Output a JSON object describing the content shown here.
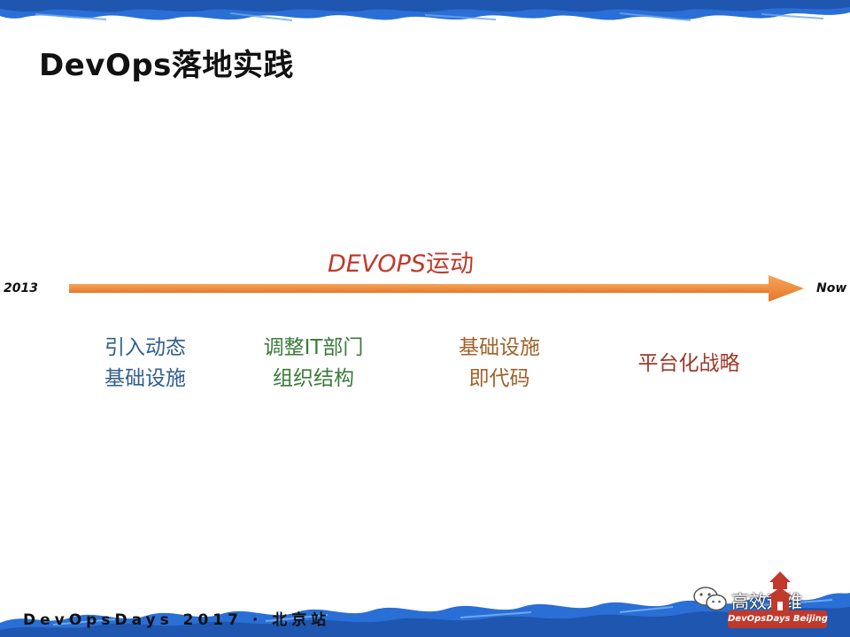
{
  "slide": {
    "title": "DevOps落地实践",
    "banner": {
      "latin": "DEVOPS",
      "cjk": "运动"
    },
    "timeline": {
      "start_label": "2013",
      "end_label": "Now"
    },
    "phases": [
      {
        "line1": "引入动态",
        "line2": "基础设施"
      },
      {
        "line1": "调整IT部门",
        "line2": "组织结构"
      },
      {
        "line1": "基础设施",
        "line2": "即代码"
      },
      {
        "line1": "平台化战略",
        "line2": ""
      }
    ],
    "footer": {
      "event": "DevOpsDays 2017 · 北京站",
      "brand": "高效运维",
      "badge": "DevOpsDays Beijing"
    }
  },
  "colors": {
    "border_blue": "#2a6fd6",
    "arrow_orange": "#f08a3a",
    "banner_red": "#c0392b",
    "phase_1": "#2f5f8f",
    "phase_2": "#3a7a3a",
    "phase_3": "#a0632a",
    "phase_4": "#9a3a2a"
  },
  "icons": [
    "wechat-icon",
    "pagoda-icon"
  ]
}
